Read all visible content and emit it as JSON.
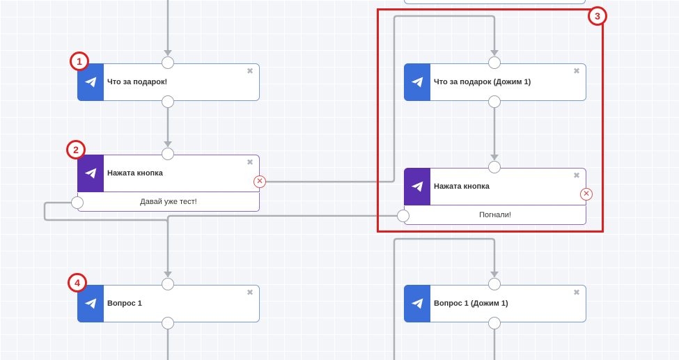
{
  "nodes": {
    "n1": {
      "title": "Что за подарок!"
    },
    "n2": {
      "title": "Нажата кнопка",
      "button_label": "Давай уже тест!"
    },
    "n3": {
      "title": "Что за подарок (Дожим 1)"
    },
    "n4": {
      "title": "Нажата кнопка",
      "button_label": "Погнали!"
    },
    "n5": {
      "title": "Вопрос 1"
    },
    "n6": {
      "title": "Вопрос 1 (Дожим 1)"
    }
  },
  "badges": [
    "1",
    "2",
    "3",
    "4"
  ],
  "icons": {
    "node": "telegram-send-icon",
    "close": "close-icon",
    "error": "error-icon"
  },
  "glyphs": {
    "close": "✖",
    "error": "✕"
  },
  "colors": {
    "message_tile": "#3a6ed8",
    "button_tile": "#5a2fb0",
    "badge": "#e01e1e",
    "wire": "#aab0b7"
  }
}
